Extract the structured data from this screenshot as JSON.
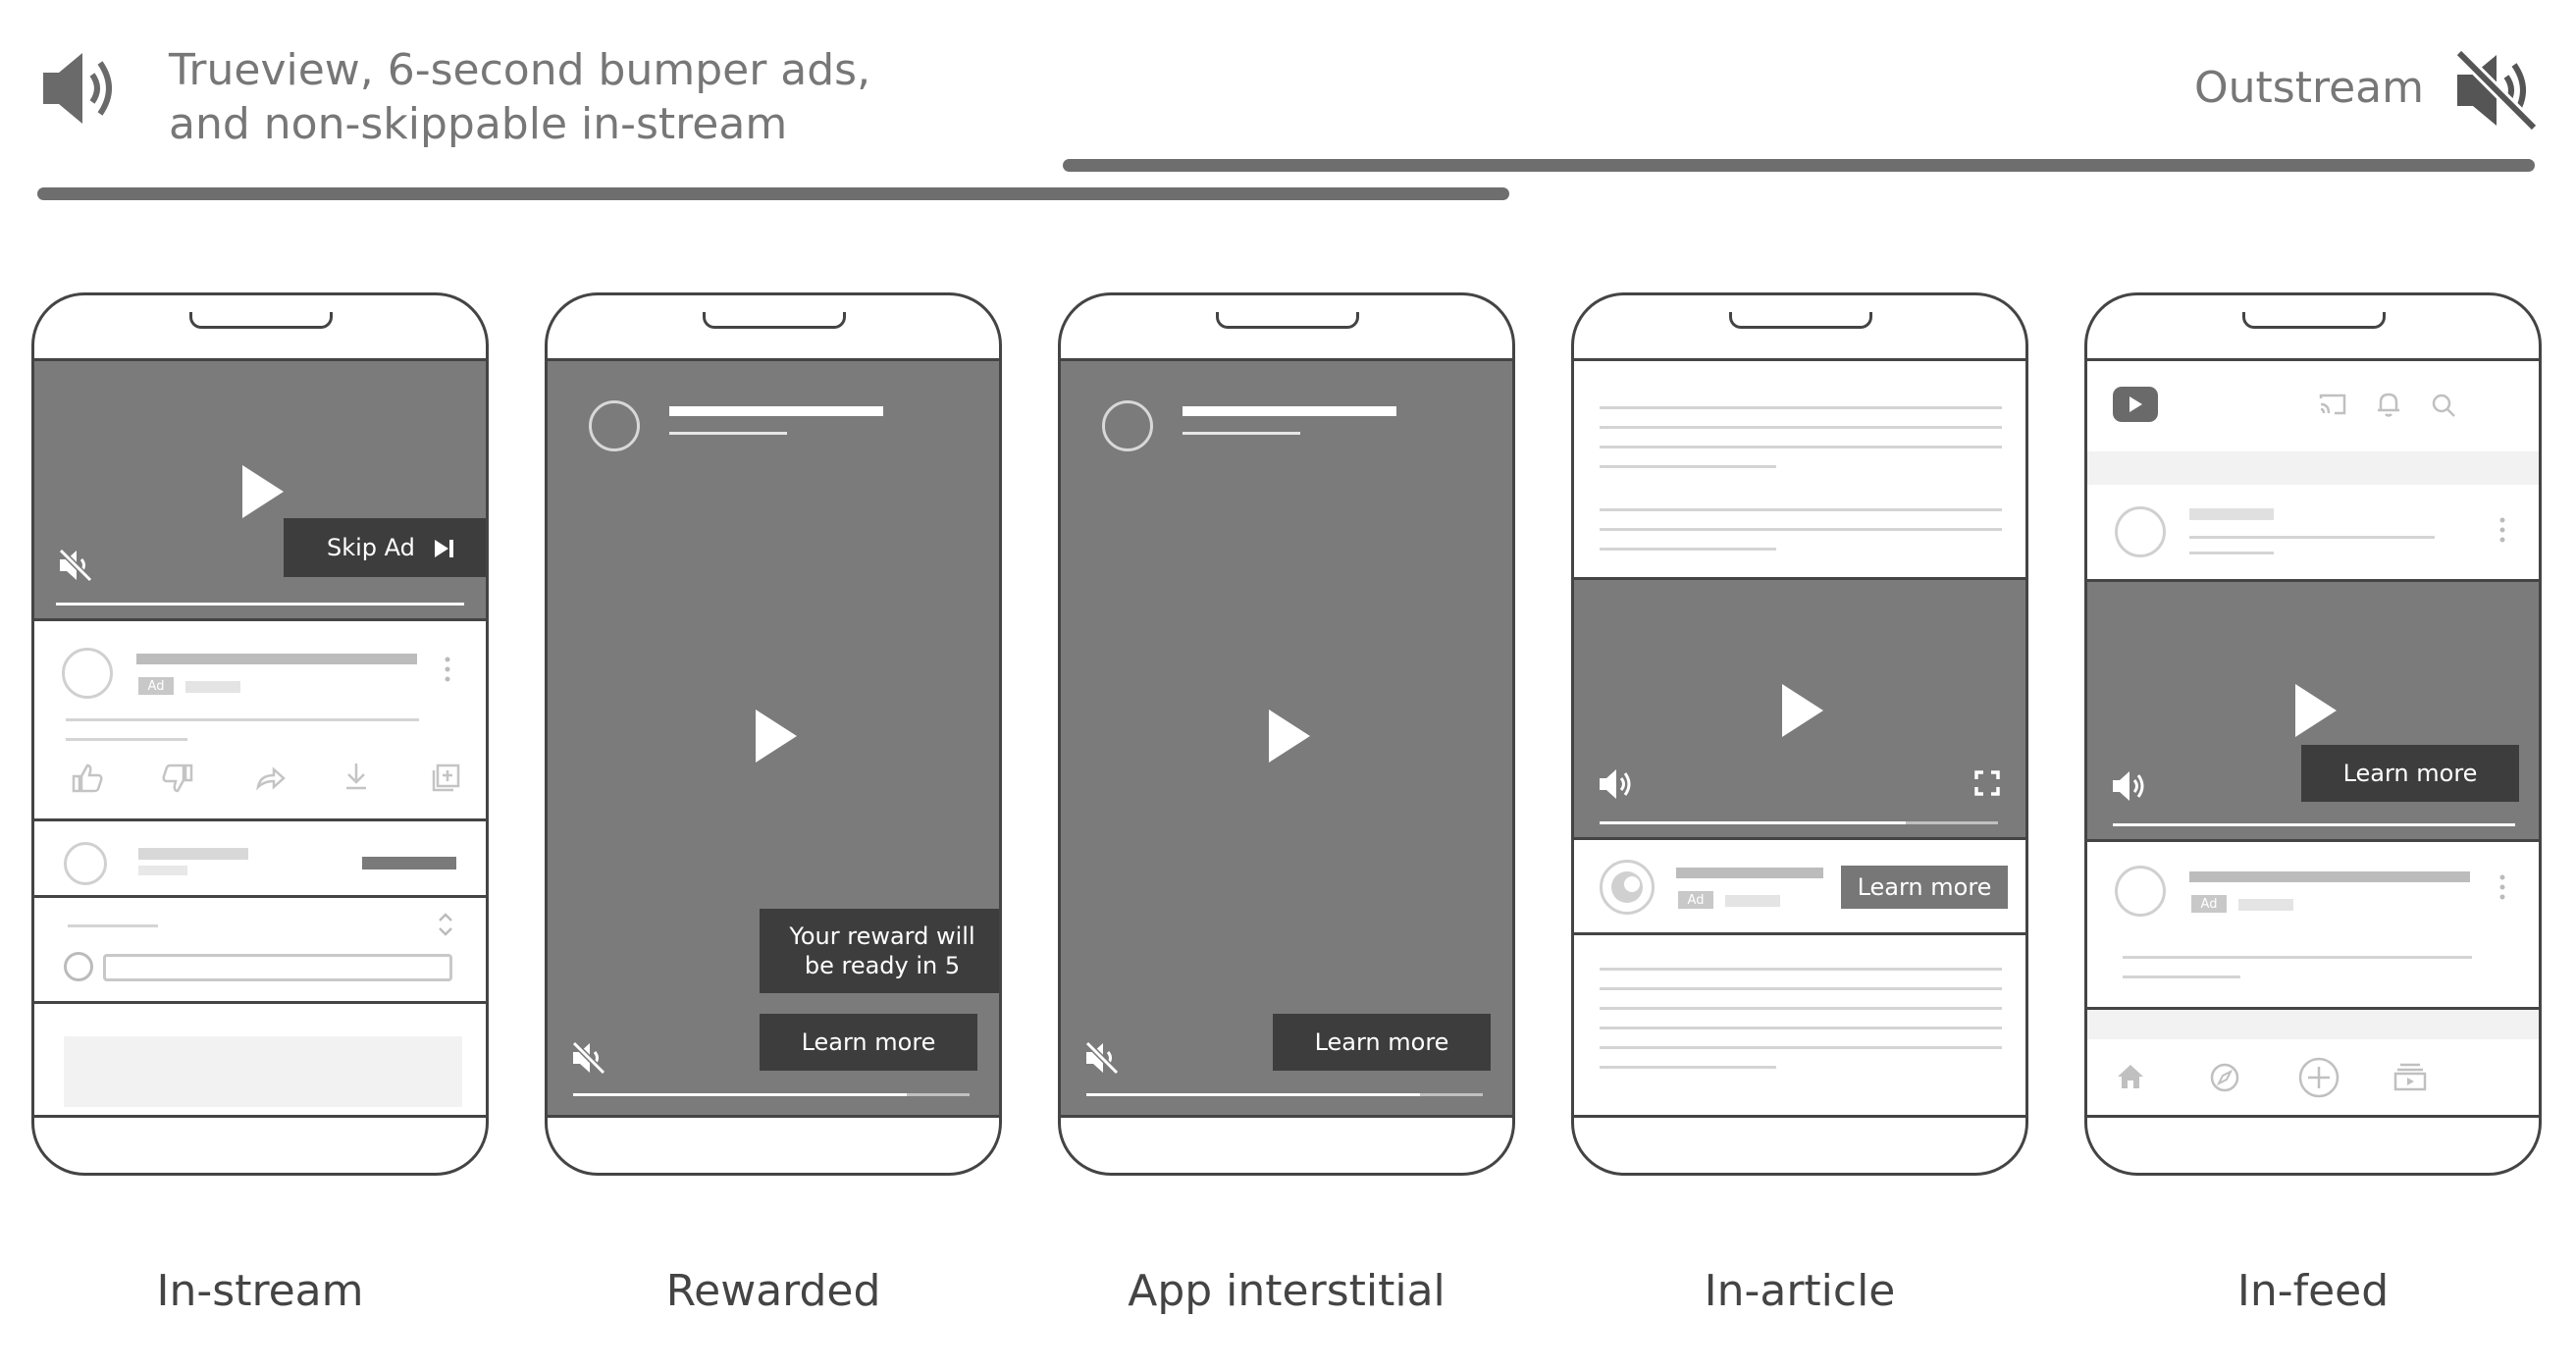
{
  "header": {
    "left_line1": "Trueview, 6-second bumper ads,",
    "left_line2": "and non-skippable in-stream",
    "right": "Outstream",
    "icons": [
      "speaker-on-icon",
      "speaker-off-icon"
    ]
  },
  "phones": [
    {
      "label": "In-stream",
      "skip_label": "Skip Ad",
      "ad_badge": "Ad"
    },
    {
      "label": "Rewarded",
      "reward_line1": "Your reward will",
      "reward_line2": "be ready in 5",
      "cta": "Learn more"
    },
    {
      "label": "App interstitial",
      "cta": "Learn more"
    },
    {
      "label": "In-article",
      "cta": "Learn more",
      "ad_badge": "Ad"
    },
    {
      "label": "In-feed",
      "cta": "Learn more",
      "ad_badge": "Ad"
    }
  ],
  "colors": {
    "bar": "#6e6e6e",
    "video": "#7b7b7b",
    "button": "#3d3d3d",
    "outline": "#444444"
  }
}
